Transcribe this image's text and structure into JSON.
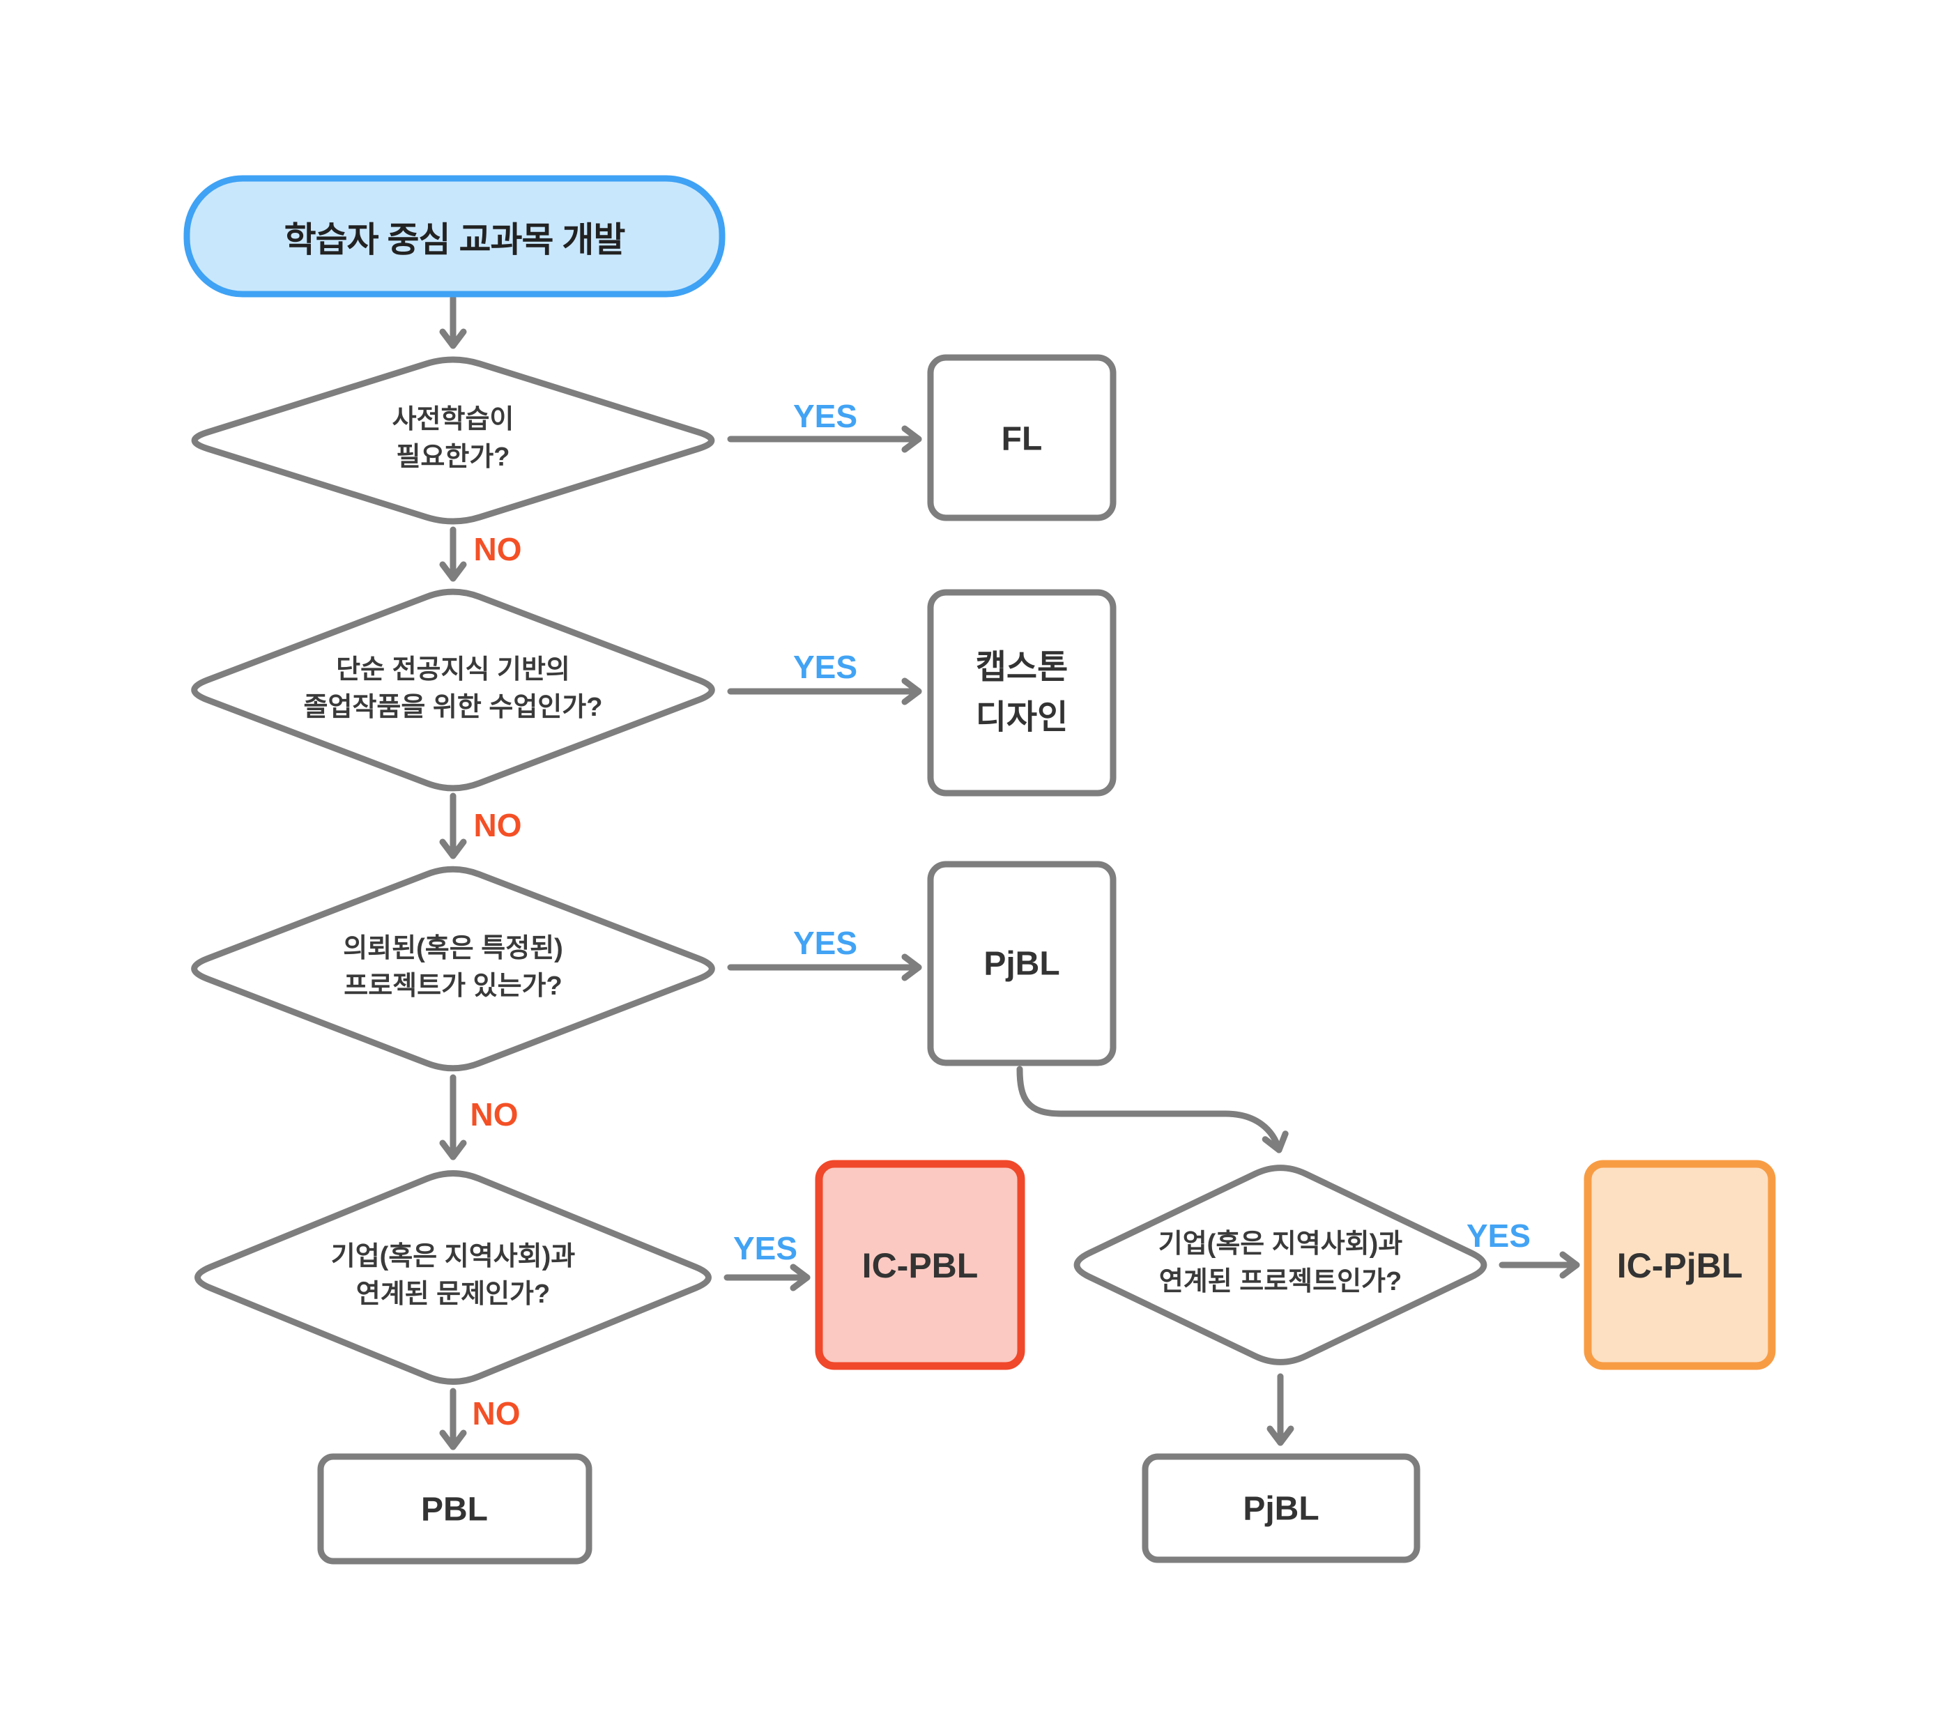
{
  "diagram": {
    "start": {
      "label": "학습자 중심 교과목 개발"
    },
    "edge_labels": {
      "yes": "YES",
      "no": "NO"
    },
    "decisions": {
      "d1": {
        "line1": "사전학습이",
        "line2": "필요한가?"
      },
      "d2": {
        "line1": "단순 전공지식 기반의",
        "line2": "졸업작품을 위한 수업인가?"
      },
      "d3": {
        "line1": "의뢰된(혹은 특정된)",
        "line2": "프로젝트가 있는가?"
      },
      "d4": {
        "line1": "기업(혹은 지역사회)과",
        "line2": "연계된 문제인가?"
      },
      "d5": {
        "line1": "기업(혹은 지역사회)과",
        "line2": "연계된 프로젝트인가?"
      }
    },
    "outcomes": {
      "fl": "FL",
      "capstone_line1": "캡스톤",
      "capstone_line2": "디자인",
      "pjbl_mid": "PjBL",
      "ic_pbl": "IC-PBL",
      "pbl": "PBL",
      "ic_pjbl": "IC-PjBL",
      "pjbl_bottom": "PjBL"
    },
    "colors": {
      "edge_gray": "#7E7E7E",
      "text_dark": "#2E2E2E",
      "yes_blue": "#42A3F4",
      "no_red": "#F45026",
      "start_fill": "#C9E7FC",
      "start_border": "#3FA2F4",
      "ic_pbl_fill": "#FBC9C1",
      "ic_pbl_border": "#F0482A",
      "ic_pjbl_fill": "#FDE0C2",
      "ic_pjbl_border": "#F89C44"
    }
  }
}
